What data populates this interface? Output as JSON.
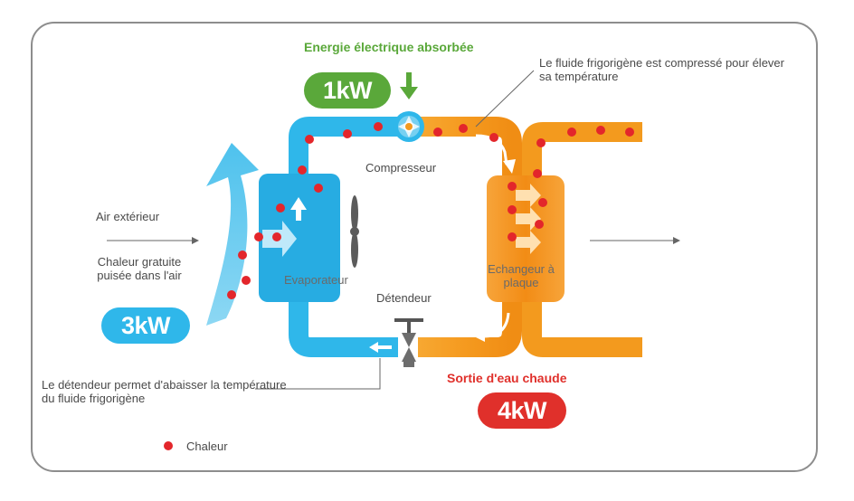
{
  "labels": {
    "energy_title": "Energie électrique absorbée",
    "power_in": "1kW",
    "compressor_note": "Le fluide frigorigène est compressé pour élever sa température",
    "compressor": "Compresseur",
    "outdoor_air": "Air extérieur",
    "free_heat": "Chaleur gratuite puisée dans l'air",
    "power_air": "3kW",
    "evaporator": "Evaporateur",
    "expansion_valve": "Détendeur",
    "exchanger": "Echangeur à plaque",
    "hot_water_out": "Sortie d'eau chaude",
    "power_out": "4kW",
    "valve_note": "Le détendeur permet d'abaisser la température du fluide frigorigène",
    "legend_heat": "Chaleur"
  },
  "colors": {
    "cold_fluid": "#2fb7ea",
    "hot_fluid": "#f39a1e",
    "heat_dot": "#e3262b",
    "green": "#5aa83a",
    "red": "#e0302b"
  },
  "icons": [
    "fan-icon",
    "arrow-down-icon",
    "compressor-icon",
    "valve-icon"
  ]
}
